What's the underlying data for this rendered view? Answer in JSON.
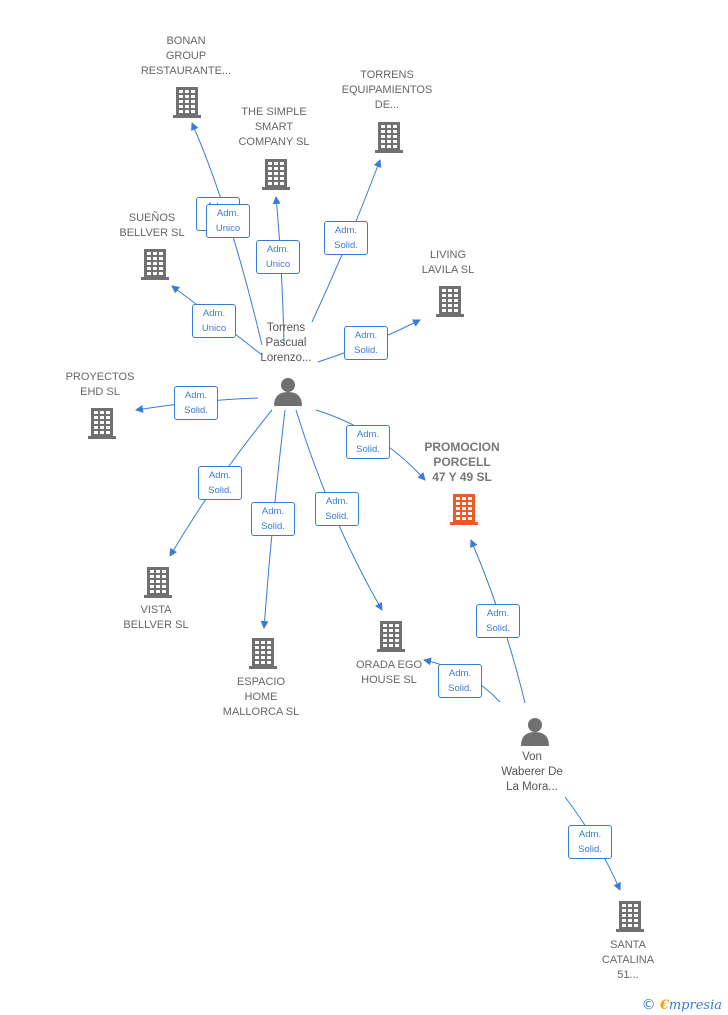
{
  "colors": {
    "accent": "#3a7bd5",
    "building": "#707070",
    "highlight": "#ee5a24",
    "person": "#707070"
  },
  "icons": {
    "company": "building-icon",
    "person": "person-icon"
  },
  "persons": {
    "torrens": "Torrens\nPascual\nLorenzo...",
    "vonwaberer": "Von\nWaberer De\nLa Mora..."
  },
  "companies": {
    "bonan": "BONAN\nGROUP\nRESTAURANTE...",
    "simple_smart": "THE SIMPLE\nSMART\nCOMPANY  SL",
    "torrens_equip": "TORRENS\nEQUIPAMIENTOS\nDE...",
    "suenos": "SUEÑOS\nBELLVER  SL",
    "living_lavila": "LIVING\nLAVILA  SL",
    "proyectos_ehd": "PROYECTOS\nEHD  SL",
    "promocion_porcell": "PROMOCION\nPORCELL\n47 Y 49  SL",
    "vista_bellver": "VISTA\nBELLVER SL",
    "espacio_home": "ESPACIO\nHOME\nMALLORCA  SL",
    "orada_ego": "ORADA EGO\nHOUSE  SL",
    "santa_catalina": "SANTA\nCATALINA\n51..."
  },
  "edge_labels": {
    "adm_unico": "Adm.\nUnico",
    "adm_solid": "Adm.\nSolid."
  },
  "footer": {
    "copyright": "©",
    "brand_e": "€",
    "brand_rest": "mpresia"
  }
}
